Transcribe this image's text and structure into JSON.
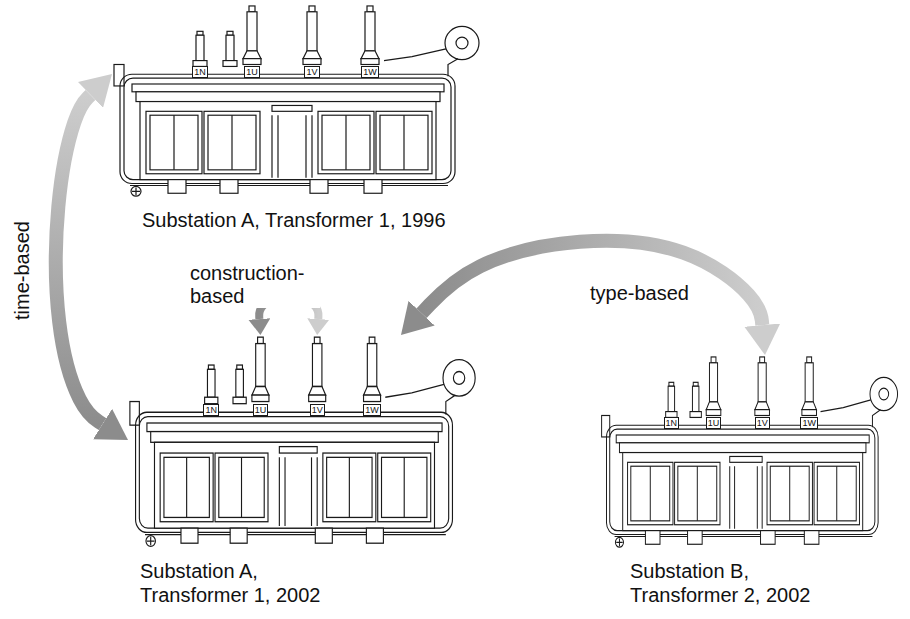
{
  "diagram": {
    "nodes": [
      {
        "text": [
          "1N",
          "1U",
          "1V",
          "1W",
          "Substation A, Transformer 1, 1996"
        ]
      },
      {
        "text": [
          "1N",
          "1U",
          "1V",
          "1W",
          "Substation A, Transformer 1, 2002"
        ]
      },
      {
        "text": [
          "1N",
          "1U",
          "1V",
          "1W",
          "Substation B, Transformer 2, 2002"
        ]
      }
    ],
    "edges": [
      {
        "from": 0,
        "to": 1,
        "arrow": "both",
        "label": "time-based"
      },
      {
        "from": 1,
        "to": 1,
        "arrow": "both",
        "label": "construction-based"
      },
      {
        "from": 1,
        "to": 2,
        "arrow": "both",
        "label": "type-based"
      }
    ]
  }
}
